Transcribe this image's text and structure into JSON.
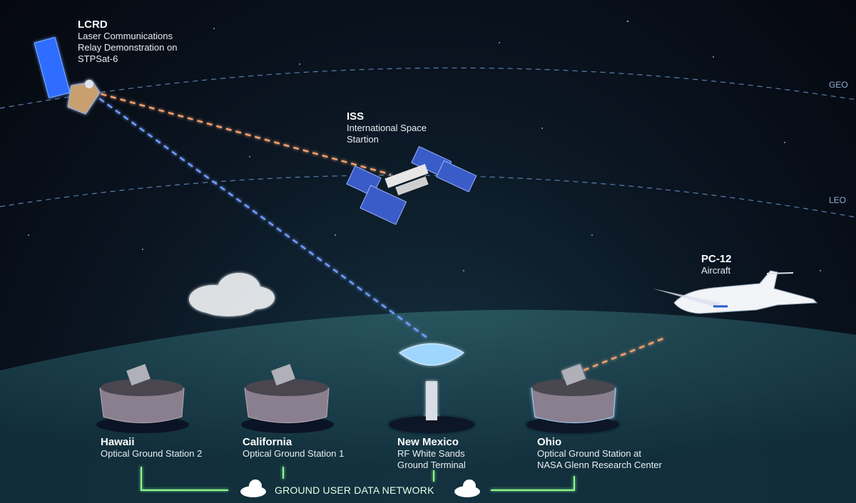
{
  "orbits": {
    "geo": "GEO",
    "leo": "LEO"
  },
  "lcrd": {
    "title": "LCRD",
    "lines": [
      "Laser Communications",
      "Relay Demonstration on",
      "STPSat-6"
    ]
  },
  "iss": {
    "title": "ISS",
    "lines": [
      "International Space",
      "Startion"
    ]
  },
  "aircraft": {
    "title": "PC-12",
    "subtitle": "Aircraft"
  },
  "stations": [
    {
      "title": "Hawaii",
      "lines": [
        "Optical Ground Station 2"
      ]
    },
    {
      "title": "California",
      "lines": [
        "Optical Ground Station 1"
      ]
    },
    {
      "title": "New Mexico",
      "lines": [
        "RF White Sands",
        "Ground Terminal"
      ]
    },
    {
      "title": "Ohio",
      "lines": [
        "Optical Ground Station at",
        "NASA Glenn Research Center"
      ]
    }
  ],
  "network": {
    "label": "GROUND USER DATA NETWORK"
  },
  "colors": {
    "optical_link": "#f0a070",
    "rf_link": "#6f9cff",
    "ground_link": "#8dff8d",
    "orbit_line": "#5b7fb0"
  }
}
